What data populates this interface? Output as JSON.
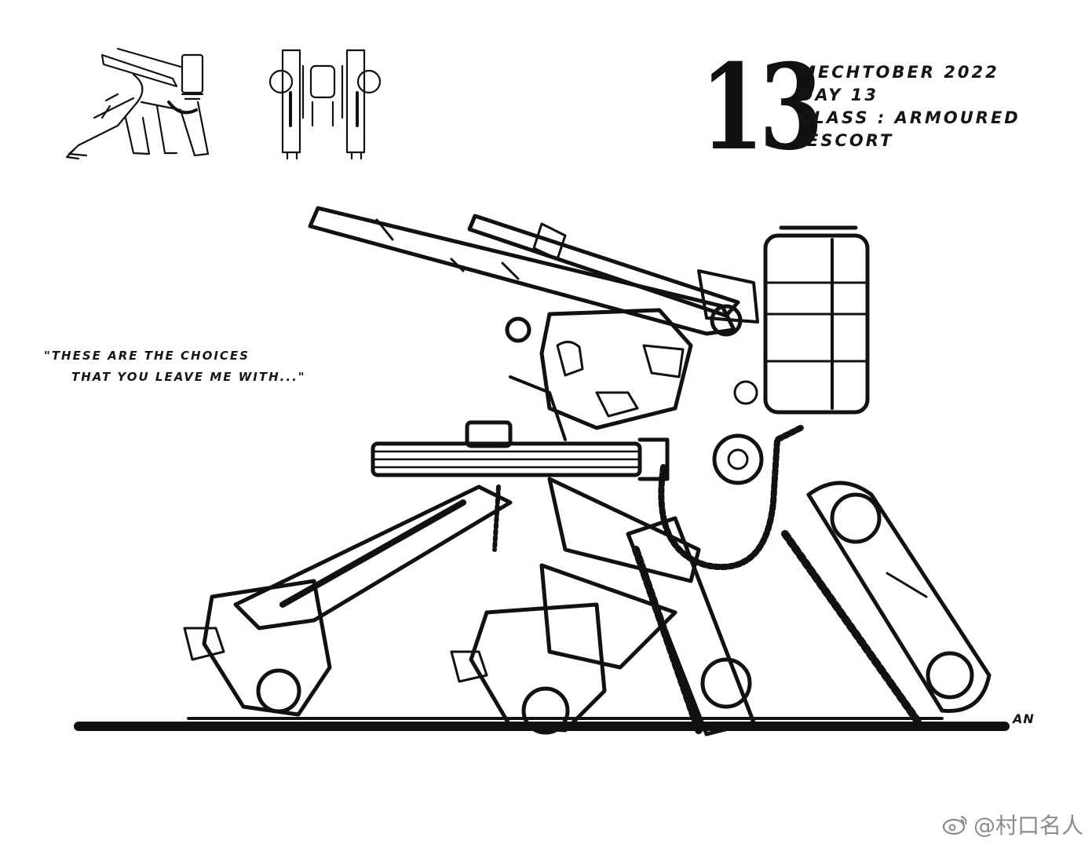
{
  "day_number": "13",
  "header_notes": [
    "MECHTOBER 2022",
    "DAY 13",
    "CLASS : ARMOURED",
    "ESCORT"
  ],
  "quote": [
    "\"THESE ARE THE CHOICES",
    "THAT YOU LEAVE ME WITH...\""
  ],
  "signature": "AN",
  "watermark": "@村口名人",
  "icons": {
    "watermark_logo": "weibo-logo-icon"
  },
  "colors": {
    "ink": "#111111",
    "paper": "#ffffff",
    "watermark": "#8a8a8a"
  }
}
